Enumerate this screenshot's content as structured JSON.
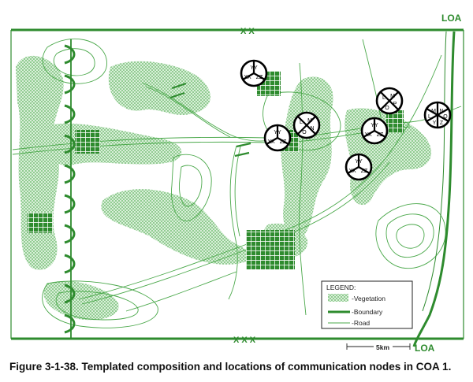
{
  "labels": {
    "loa_top": "LOA",
    "loa_bottom": "LOA",
    "boundary_top": "X X",
    "boundary_bottom": "X X X",
    "scale": "5km"
  },
  "legend": {
    "title": "LEGEND:",
    "items": [
      {
        "label": "-Vegetation",
        "symbol": "vegetation"
      },
      {
        "label": "-Boundary",
        "symbol": "boundary"
      },
      {
        "label": "-Road",
        "symbol": "road"
      }
    ]
  },
  "nodes": [
    {
      "id": "node-1",
      "type": "three-sector",
      "labels": [
        "YY",
        "XX",
        "ZZ"
      ]
    },
    {
      "id": "node-2",
      "type": "three-sector",
      "labels": [
        "YY",
        "XX",
        "ZZ"
      ]
    },
    {
      "id": "node-3",
      "type": "four-sector",
      "labels": [
        "L",
        "M",
        "N",
        "O"
      ]
    },
    {
      "id": "node-4",
      "type": "four-sector",
      "labels": [
        "L",
        "M",
        "P",
        "O"
      ]
    },
    {
      "id": "node-5",
      "type": "three-sector",
      "labels": [
        "YY",
        "XX",
        "ZZ"
      ]
    },
    {
      "id": "node-6",
      "type": "three-sector",
      "labels": [
        "YY",
        "XX",
        "ZZ"
      ]
    },
    {
      "id": "node-7",
      "type": "six-sector",
      "labels": [
        "M",
        "N",
        "L",
        "Q",
        "Y",
        "Z"
      ]
    }
  ],
  "caption": "Figure 3-1-38.  Templated composition and locations of communication nodes in COA 1.",
  "colors": {
    "green": "#2e8b2e",
    "vegetation": "#6bbf6b",
    "contour": "#4aa84a",
    "node": "#000000"
  }
}
